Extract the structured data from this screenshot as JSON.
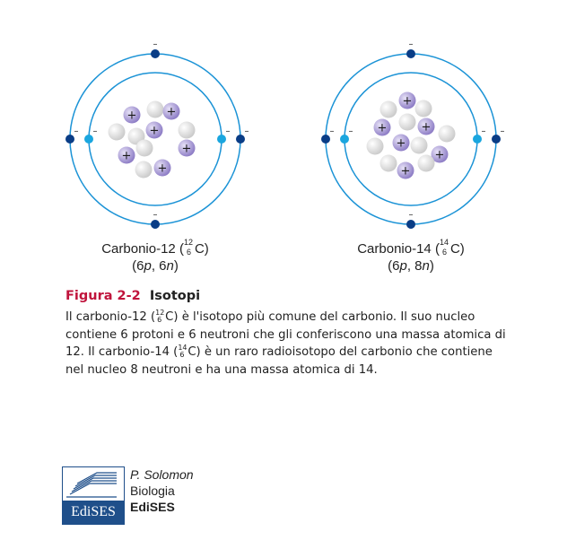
{
  "atoms": [
    {
      "label_name": "Carbonio-12 (",
      "mass": "12",
      "atomic_number": "6",
      "symbol": "C)",
      "composition_pre": "(6",
      "composition_p": "p",
      "composition_mid": ", 6",
      "composition_n": "n",
      "composition_post": ")",
      "protons": 6,
      "neutrons": 6,
      "electrons": 6
    },
    {
      "label_name": "Carbonio-14 (",
      "mass": "14",
      "atomic_number": "6",
      "symbol": "C)",
      "composition_pre": "(6",
      "composition_p": "p",
      "composition_mid": ", 8",
      "composition_n": "n",
      "composition_post": ")",
      "protons": 6,
      "neutrons": 8,
      "electrons": 6
    }
  ],
  "glyphs": {
    "proton": "+",
    "electron": "–"
  },
  "colors": {
    "orbit": "#1b93d6",
    "electron_outer": "#0a3d86",
    "electron_inner": "#1aa6df",
    "proton": "#8a79c4",
    "neutron": "#c9c9c9",
    "figure_red": "#c0143c",
    "logo_blue": "#1f4f8a"
  },
  "caption": {
    "figure_number": "Figura 2-2",
    "figure_name": "Isotopi",
    "body_1": "Il carbonio-12 (",
    "iso1_mass": "12",
    "iso1_num": "6",
    "body_2": "C) è l'isotopo più comune del carbonio. Il suo nucleo contiene 6 protoni e 6 neutroni che gli conferiscono una massa atomica di 12. Il carbonio-14 (",
    "iso2_mass": "14",
    "iso2_num": "6",
    "body_3": "C) è un raro radioisotopo del carbonio che contiene nel nucleo 8 neutroni e ha una massa atomica di 14."
  },
  "footer": {
    "logo_text": "EdiSES",
    "author": "P. Solomon",
    "title": "Biologia",
    "publisher": "EdiSES"
  }
}
